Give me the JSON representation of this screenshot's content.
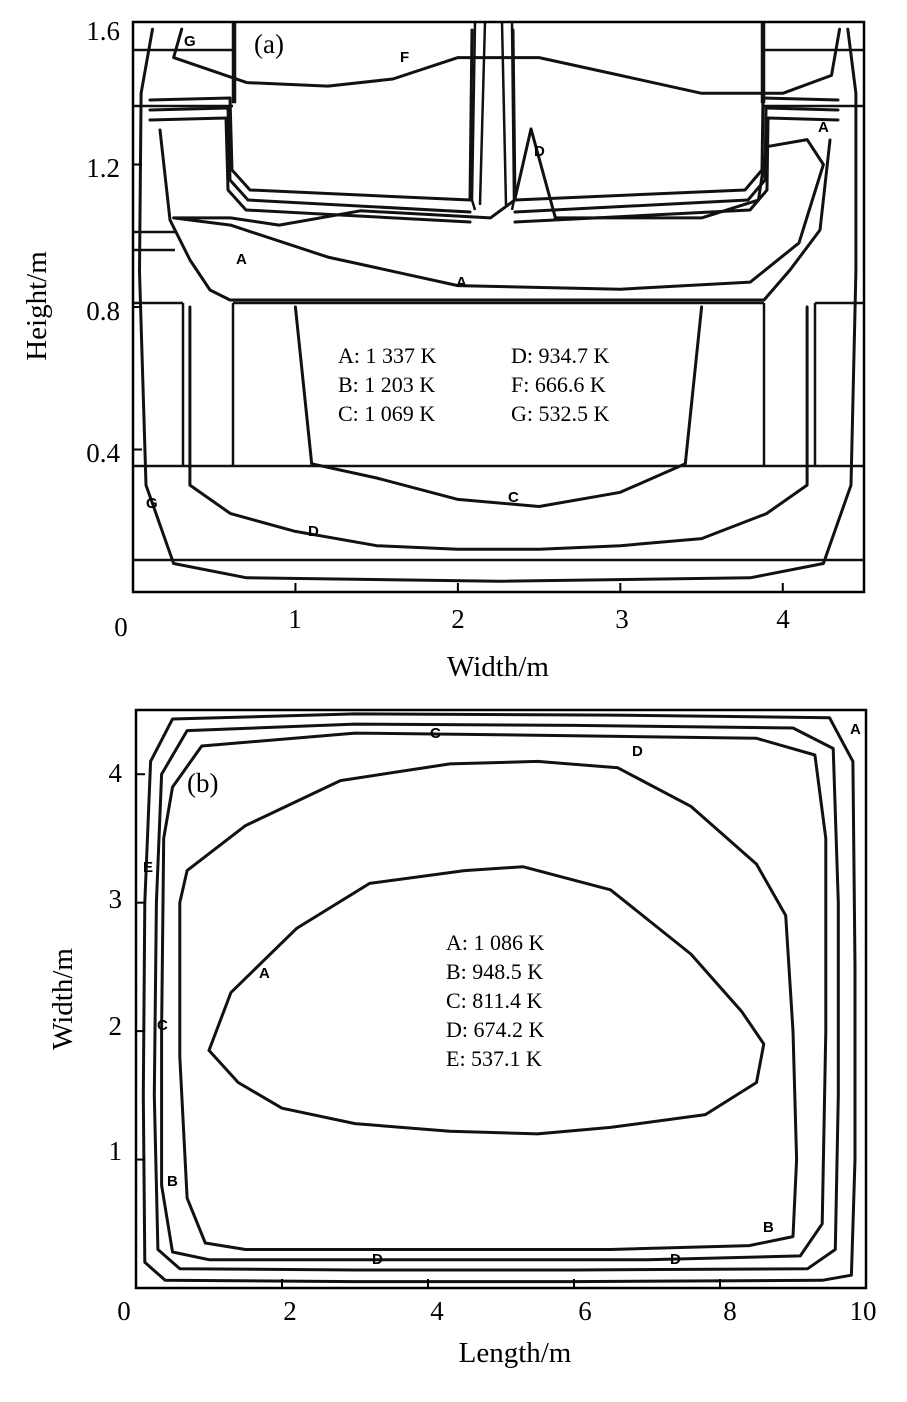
{
  "chart_data": [
    {
      "type": "contour",
      "panel": "(a)",
      "xlabel": "Width/m",
      "ylabel": "Height/m",
      "xlim": [
        0,
        4.5
      ],
      "ylim": [
        0,
        1.6
      ],
      "x_ticks": [
        "0",
        "1",
        "2",
        "3",
        "4"
      ],
      "y_ticks": [
        "1.6",
        "1.2",
        "0.8",
        "0.4"
      ],
      "legend": [
        "A: 1 337 K",
        "D: 934.7 K",
        "B: 1 203 K",
        "F: 666.6 K",
        "C: 1 069 K",
        "G: 532.5 K"
      ],
      "isotherm_tags": [
        "G",
        "F",
        "D",
        "A",
        "A",
        "A",
        "C",
        "D",
        "G"
      ],
      "contours": [
        {
          "label": "A",
          "temperature": "1 337 K",
          "points": [
            [
              0.25,
              1.05
            ],
            [
              0.6,
              1.03
            ],
            [
              1.2,
              0.94
            ],
            [
              2.0,
              0.86
            ],
            [
              3.0,
              0.85
            ],
            [
              3.8,
              0.87
            ],
            [
              4.1,
              0.98
            ],
            [
              4.25,
              1.2
            ],
            [
              4.15,
              1.27
            ],
            [
              3.9,
              1.25
            ],
            [
              3.85,
              1.1
            ],
            [
              3.5,
              1.05
            ],
            [
              2.6,
              1.05
            ],
            [
              2.45,
              1.3
            ],
            [
              2.35,
              1.1
            ],
            [
              2.2,
              1.05
            ],
            [
              1.4,
              1.07
            ],
            [
              0.9,
              1.03
            ],
            [
              0.6,
              1.05
            ],
            [
              0.25,
              1.05
            ]
          ]
        },
        {
          "label": "C",
          "temperature": "1 069 K",
          "points": [
            [
              1.0,
              0.8
            ],
            [
              1.1,
              0.36
            ],
            [
              1.5,
              0.32
            ],
            [
              2.0,
              0.26
            ],
            [
              2.5,
              0.24
            ],
            [
              3.0,
              0.28
            ],
            [
              3.4,
              0.36
            ],
            [
              3.5,
              0.8
            ]
          ]
        },
        {
          "label": "D",
          "temperature": "934.7 K",
          "points": [
            [
              0.35,
              0.8
            ],
            [
              0.35,
              0.3
            ],
            [
              0.6,
              0.22
            ],
            [
              1.0,
              0.17
            ],
            [
              1.5,
              0.13
            ],
            [
              2.0,
              0.12
            ],
            [
              2.5,
              0.12
            ],
            [
              3.0,
              0.13
            ],
            [
              3.5,
              0.15
            ],
            [
              3.9,
              0.22
            ],
            [
              4.15,
              0.3
            ],
            [
              4.15,
              0.8
            ]
          ]
        },
        {
          "label": "F",
          "temperature": "666.6 K",
          "points": [
            [
              0.3,
              1.58
            ],
            [
              0.25,
              1.5
            ],
            [
              0.7,
              1.43
            ],
            [
              1.2,
              1.42
            ],
            [
              1.6,
              1.44
            ],
            [
              2.0,
              1.5
            ],
            [
              2.5,
              1.5
            ],
            [
              3.0,
              1.45
            ],
            [
              3.5,
              1.4
            ],
            [
              4.0,
              1.4
            ],
            [
              4.3,
              1.45
            ],
            [
              4.35,
              1.58
            ]
          ]
        },
        {
          "label": "G",
          "temperature": "532.5 K",
          "points": [
            [
              0.12,
              1.58
            ],
            [
              0.05,
              1.4
            ],
            [
              0.04,
              0.9
            ],
            [
              0.08,
              0.3
            ],
            [
              0.25,
              0.08
            ],
            [
              0.7,
              0.04
            ],
            [
              2.25,
              0.03
            ],
            [
              3.8,
              0.04
            ],
            [
              4.25,
              0.08
            ],
            [
              4.42,
              0.3
            ],
            [
              4.45,
              0.9
            ],
            [
              4.45,
              1.4
            ],
            [
              4.4,
              1.58
            ]
          ]
        }
      ]
    },
    {
      "type": "contour",
      "panel": "(b)",
      "xlabel": "Length/m",
      "ylabel": "Width/m",
      "xlim": [
        0,
        10
      ],
      "ylim": [
        0,
        4.5
      ],
      "x_ticks": [
        "0",
        "2",
        "4",
        "6",
        "8",
        "10"
      ],
      "y_ticks": [
        "4",
        "3",
        "2",
        "1"
      ],
      "legend": [
        "A: 1 086 K",
        "B: 948.5 K",
        "C: 811.4 K",
        "D: 674.2 K",
        "E: 537.1 K"
      ],
      "isotherm_tags": [
        "C",
        "A",
        "D",
        "E",
        "A",
        "C",
        "B",
        "B",
        "D",
        "D"
      ],
      "contours": [
        {
          "label": "A",
          "temperature": "1 086 K",
          "points": [
            [
              1.0,
              1.85
            ],
            [
              1.3,
              2.3
            ],
            [
              2.2,
              2.8
            ],
            [
              3.2,
              3.15
            ],
            [
              4.5,
              3.25
            ],
            [
              5.3,
              3.28
            ],
            [
              6.5,
              3.1
            ],
            [
              7.6,
              2.6
            ],
            [
              8.3,
              2.15
            ],
            [
              8.6,
              1.9
            ],
            [
              8.5,
              1.6
            ],
            [
              7.8,
              1.35
            ],
            [
              6.5,
              1.25
            ],
            [
              5.5,
              1.2
            ],
            [
              4.3,
              1.22
            ],
            [
              3.0,
              1.28
            ],
            [
              2.0,
              1.4
            ],
            [
              1.4,
              1.6
            ],
            [
              1.0,
              1.85
            ]
          ]
        },
        {
          "label": "B",
          "temperature": "948.5 K",
          "points": [
            [
              0.7,
              3.25
            ],
            [
              1.5,
              3.6
            ],
            [
              2.8,
              3.95
            ],
            [
              4.3,
              4.08
            ],
            [
              5.5,
              4.1
            ],
            [
              6.6,
              4.05
            ],
            [
              7.6,
              3.75
            ],
            [
              8.5,
              3.3
            ],
            [
              8.9,
              2.9
            ],
            [
              9.0,
              2.0
            ],
            [
              9.05,
              1.0
            ],
            [
              9.0,
              0.4
            ],
            [
              8.4,
              0.33
            ],
            [
              6.5,
              0.3
            ],
            [
              4.0,
              0.3
            ],
            [
              1.5,
              0.3
            ],
            [
              0.95,
              0.35
            ],
            [
              0.7,
              0.7
            ],
            [
              0.6,
              1.8
            ],
            [
              0.6,
              3.0
            ],
            [
              0.7,
              3.25
            ]
          ]
        },
        {
          "label": "C",
          "temperature": "811.4 K",
          "points": [
            [
              0.5,
              3.9
            ],
            [
              0.9,
              4.22
            ],
            [
              3.0,
              4.32
            ],
            [
              6.0,
              4.3
            ],
            [
              8.5,
              4.28
            ],
            [
              9.3,
              4.15
            ],
            [
              9.45,
              3.5
            ],
            [
              9.45,
              2.0
            ],
            [
              9.4,
              0.5
            ],
            [
              9.1,
              0.25
            ],
            [
              7.0,
              0.22
            ],
            [
              4.0,
              0.22
            ],
            [
              1.0,
              0.22
            ],
            [
              0.5,
              0.28
            ],
            [
              0.35,
              0.8
            ],
            [
              0.35,
              2.0
            ],
            [
              0.38,
              3.5
            ],
            [
              0.5,
              3.9
            ]
          ]
        },
        {
          "label": "D",
          "temperature": "674.2 K",
          "points": [
            [
              0.35,
              4.0
            ],
            [
              0.7,
              4.34
            ],
            [
              3.0,
              4.39
            ],
            [
              6.0,
              4.38
            ],
            [
              9.0,
              4.36
            ],
            [
              9.55,
              4.2
            ],
            [
              9.62,
              3.0
            ],
            [
              9.62,
              1.5
            ],
            [
              9.58,
              0.3
            ],
            [
              9.2,
              0.15
            ],
            [
              6.0,
              0.14
            ],
            [
              3.0,
              0.14
            ],
            [
              0.6,
              0.15
            ],
            [
              0.3,
              0.3
            ],
            [
              0.25,
              1.5
            ],
            [
              0.28,
              3.0
            ],
            [
              0.35,
              4.0
            ]
          ]
        },
        {
          "label": "E",
          "temperature": "537.1 K",
          "points": [
            [
              0.2,
              4.1
            ],
            [
              0.5,
              4.43
            ],
            [
              3.0,
              4.47
            ],
            [
              6.5,
              4.46
            ],
            [
              9.5,
              4.44
            ],
            [
              9.82,
              4.1
            ],
            [
              9.85,
              2.5
            ],
            [
              9.85,
              1.0
            ],
            [
              9.8,
              0.1
            ],
            [
              9.4,
              0.06
            ],
            [
              6.0,
              0.05
            ],
            [
              3.0,
              0.05
            ],
            [
              0.4,
              0.06
            ],
            [
              0.12,
              0.2
            ],
            [
              0.1,
              1.5
            ],
            [
              0.12,
              3.0
            ],
            [
              0.2,
              4.1
            ]
          ]
        }
      ]
    }
  ]
}
